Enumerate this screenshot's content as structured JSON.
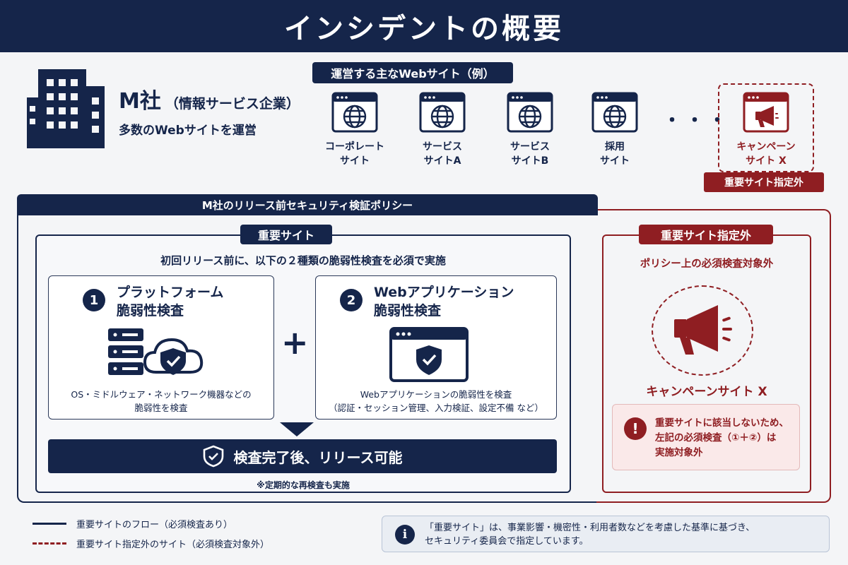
{
  "header": {
    "title": "インシデントの概要"
  },
  "company": {
    "name": "M社",
    "type": "（情報サービス企業）",
    "desc": "多数のWebサイトを運営",
    "icon": "building-icon"
  },
  "sites": {
    "label": "運営する主なWebサイト（例）",
    "items": [
      {
        "label": "コーポレート\nサイト",
        "icon": "globe-icon"
      },
      {
        "label": "サービス\nサイトA",
        "icon": "globe-icon"
      },
      {
        "label": "サービス\nサイトB",
        "icon": "globe-icon"
      },
      {
        "label": "採用\nサイト",
        "icon": "globe-icon"
      }
    ],
    "ellipsis": "・・・",
    "campaign": {
      "label": "キャンペーン\nサイト X",
      "icon": "megaphone-icon",
      "badge": "重要サイト指定外"
    }
  },
  "policy": {
    "title": "M社のリリース前セキュリティ検証ポリシー",
    "important": {
      "title": "重要サイト",
      "desc": "初回リリース前に、以下の２種類の脆弱性検査を必須で実施",
      "checks": [
        {
          "num": "1",
          "title": "プラットフォーム\n脆弱性検査",
          "desc": "OS・ミドルウェア・ネットワーク機器などの\n脆弱性を検査",
          "icon": "server-cloud-shield-icon"
        },
        {
          "num": "2",
          "title": "Webアプリケーション\n脆弱性検査",
          "desc": "Webアプリケーションの脆弱性を検査\n（認証・セッション管理、入力検証、設定不備 など）",
          "icon": "browser-shield-icon"
        }
      ],
      "plus": "+",
      "release": "検査完了後、リリース可能",
      "recheck": "※定期的な再検査も実施"
    },
    "excluded": {
      "title": "重要サイト指定外",
      "desc": "ポリシー上の必須検査対象外",
      "site_name": "キャンペーンサイト X",
      "note_icon": "!",
      "note": "重要サイトに該当しないため、\n左記の必須検査（①＋②）は\n実施対象外"
    }
  },
  "legend": {
    "important_flow": "重要サイトのフロー（必須検査あり）",
    "excluded_flow": "重要サイト指定外のサイト（必須検査対象外）"
  },
  "info": {
    "icon": "i",
    "text": "「重要サイト」は、事業影響・機密性・利用者数などを考慮した基準に基づき、\nセキュリティ委員会で指定しています。"
  },
  "colors": {
    "navy": "#15254a",
    "red": "#8f1e22",
    "background": "#f4f5f7"
  }
}
